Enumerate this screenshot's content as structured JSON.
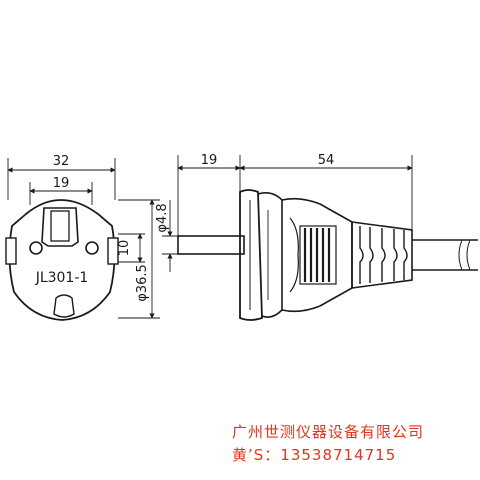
{
  "drawing": {
    "front_view": {
      "width_outer": "32",
      "width_inner": "19",
      "model_label": "JL301-1",
      "height_pin": "10",
      "diameter_body": "φ36.5"
    },
    "side_view": {
      "pin_length": "19",
      "body_length": "54",
      "pin_diameter": "φ4.8"
    },
    "colors": {
      "line": "#1a1a1a",
      "caption": "#e5341f"
    }
  },
  "caption": {
    "company": "广州世测仪器设备有限公司",
    "phone": "黄’S：13538714715"
  }
}
